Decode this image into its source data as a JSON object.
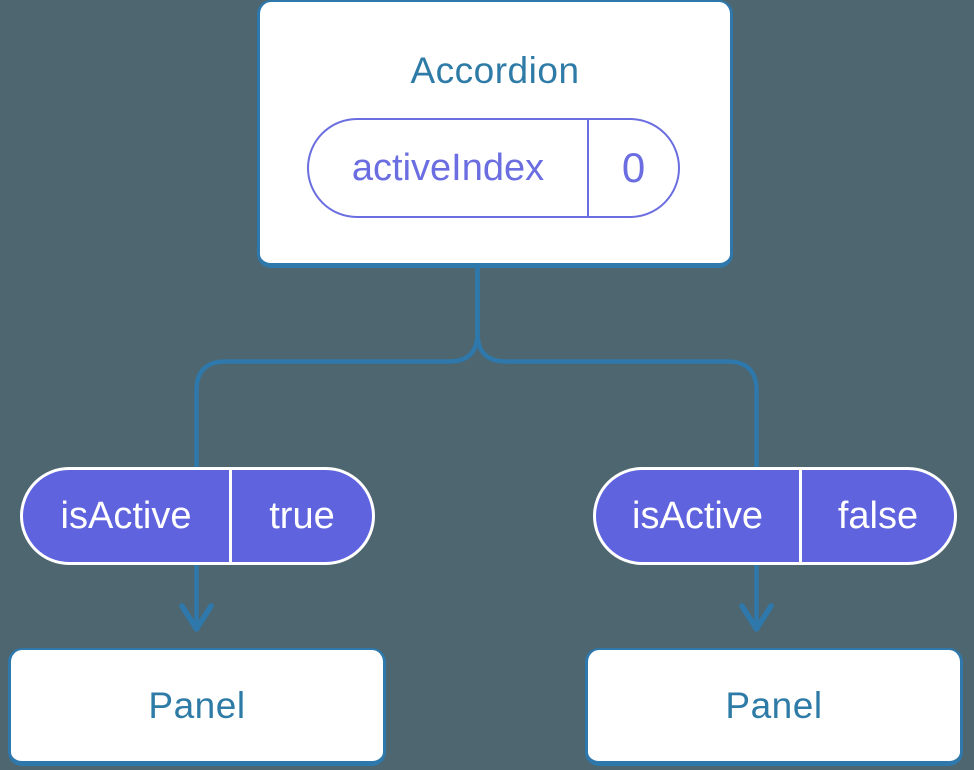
{
  "diagram": {
    "root": {
      "title": "Accordion",
      "state": {
        "label": "activeIndex",
        "value": "0"
      }
    },
    "children": [
      {
        "prop_label": "isActive",
        "prop_value": "true",
        "title": "Panel"
      },
      {
        "prop_label": "isActive",
        "prop_value": "false",
        "title": "Panel"
      }
    ],
    "colors": {
      "background": "#4D6670",
      "connector_blue": "#2E78AB",
      "node_text_blue": "#2D7BA6",
      "pill_purple_fill": "#5F63DE",
      "state_pill_purple": "#6A6EE0",
      "card_white": "#FFFFFF"
    }
  }
}
